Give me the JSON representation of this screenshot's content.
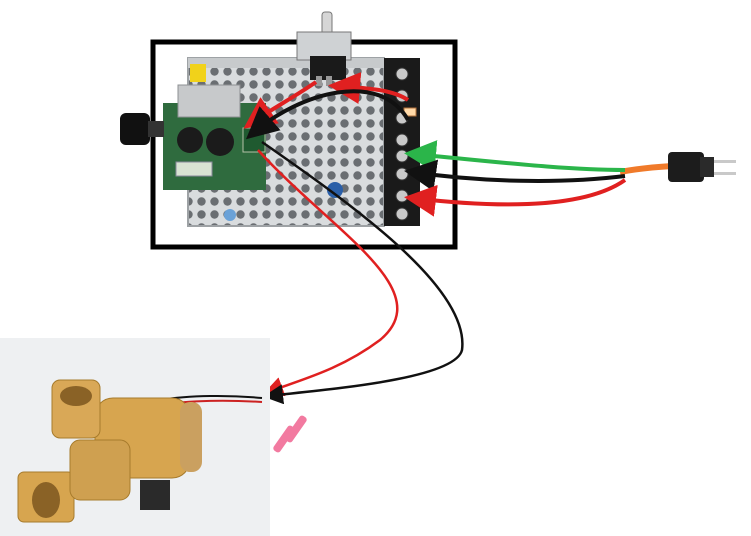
{
  "components": {
    "enclosure": "project-box-outline",
    "power_supply": "perforated-metal-power-supply",
    "pwm_controller": "pwm-speed-controller-with-knob",
    "toggle_switch": "toggle-switch",
    "terminal_block": "screw-terminal-block",
    "ac_plug": "three-prong-ac-plug",
    "pump": "brass-dc-water-pump",
    "splice_connectors": "heat-shrink-butt-connectors"
  },
  "wire_colors": {
    "red": "#e02020",
    "black": "#111111",
    "green": "#2bb54a",
    "orange_cord": "#f07a2a"
  },
  "colors": {
    "enclosure_outline": "#000000",
    "brass": "#d7a54f",
    "pump_photo_bg": "#eef0f2",
    "heatsink": "#c7c9cb",
    "pcb": "#2f6b3e"
  }
}
